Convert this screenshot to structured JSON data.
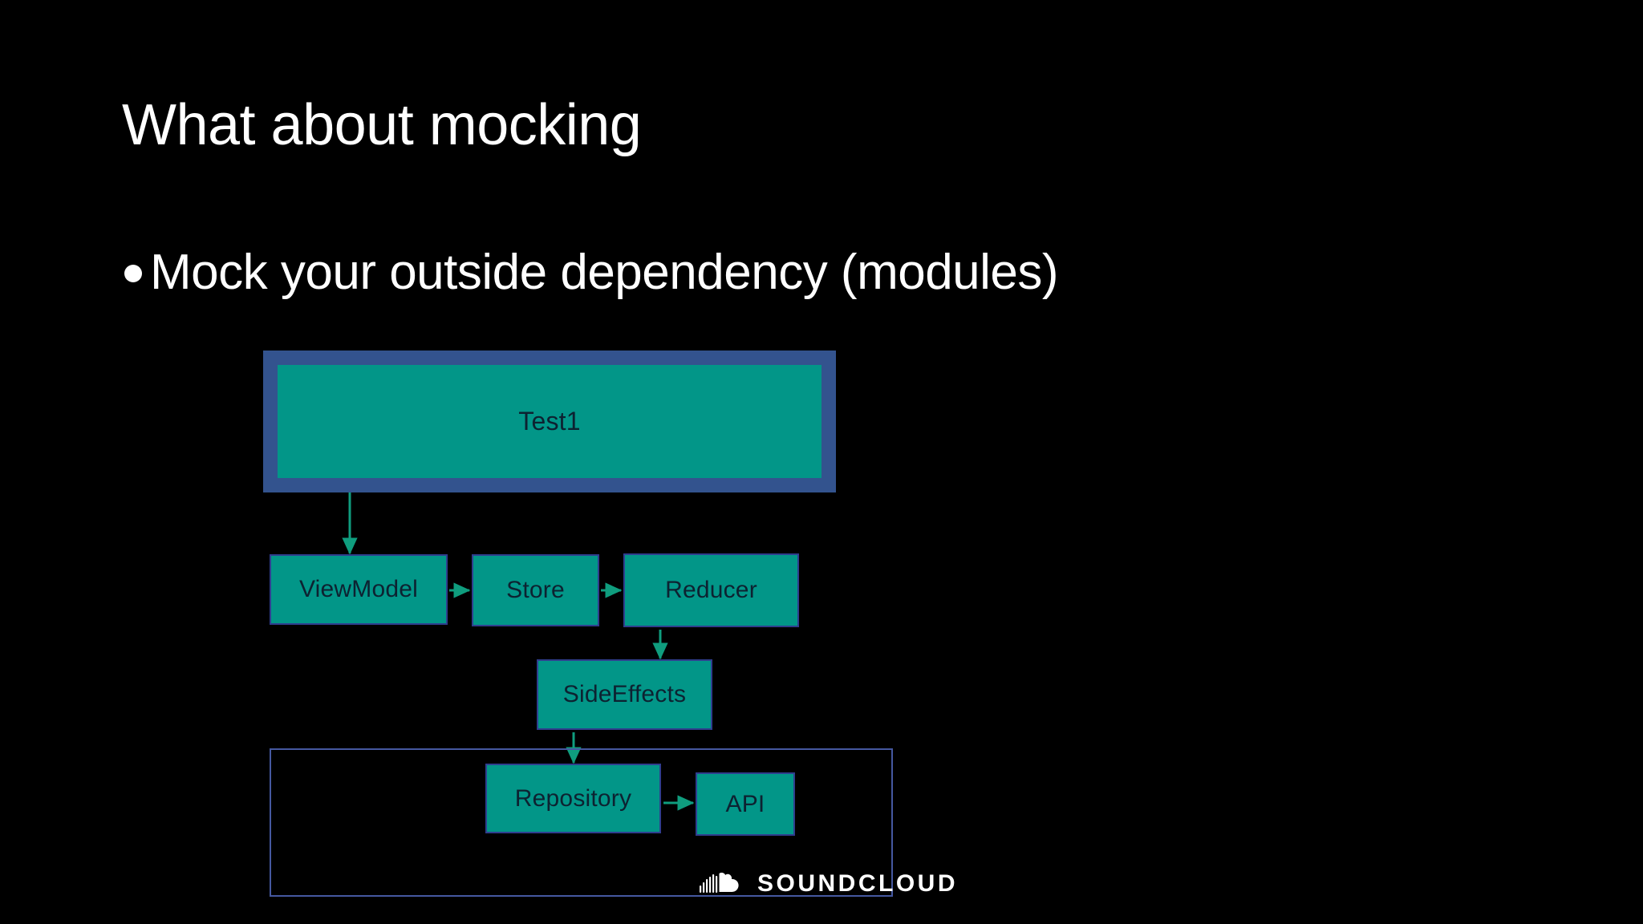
{
  "slide": {
    "title": "What about mocking",
    "bullets": [
      "Mock your outside dependency (modules)"
    ]
  },
  "diagram": {
    "type": "flow",
    "nodes": [
      {
        "id": "test1",
        "label": "Test1"
      },
      {
        "id": "viewmodel",
        "label": "ViewModel"
      },
      {
        "id": "store",
        "label": "Store"
      },
      {
        "id": "reducer",
        "label": "Reducer"
      },
      {
        "id": "sideeffects",
        "label": "SideEffects"
      },
      {
        "id": "repository",
        "label": "Repository"
      },
      {
        "id": "api",
        "label": "API"
      }
    ],
    "edges": [
      {
        "from": "test1",
        "to": "viewmodel"
      },
      {
        "from": "viewmodel",
        "to": "store"
      },
      {
        "from": "store",
        "to": "reducer"
      },
      {
        "from": "reducer",
        "to": "sideeffects"
      },
      {
        "from": "sideeffects",
        "to": "repository"
      },
      {
        "from": "repository",
        "to": "api"
      }
    ],
    "group_label": "",
    "colors": {
      "node_fill": "#029688",
      "node_border": "#2f3e8e",
      "highlight_border": "#33538e",
      "group_border": "#4558a0",
      "connector": "#0f9d7e",
      "node_text": "#0d2231",
      "background": "#000000",
      "text": "#ffffff"
    }
  },
  "watermark": {
    "brand": "SOUNDCLOUD",
    "icon": "soundcloud-logo-icon"
  }
}
